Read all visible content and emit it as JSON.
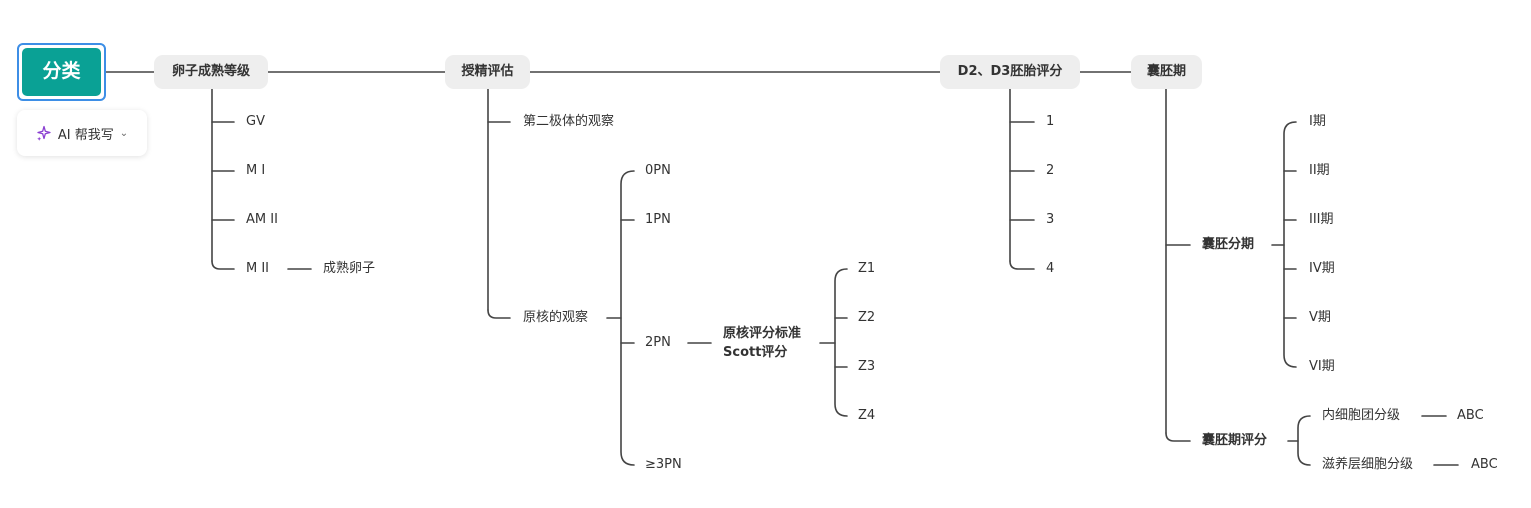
{
  "root": {
    "label": "分类"
  },
  "ai_button": {
    "label": "AI 帮我写",
    "icon": "sparkle-icon",
    "chevron": "chevron-down-icon"
  },
  "mindmap": {
    "egg_maturity": {
      "label": "卵子成熟等级",
      "children": [
        "GV",
        "M I",
        "AM II",
        "M II"
      ],
      "m2_child": "成熟卵子"
    },
    "fertilization": {
      "label": "授精评估",
      "polar_body": "第二极体的观察",
      "pronucleus": {
        "label": "原核的观察",
        "children": [
          "0PN",
          "1PN",
          "2PN",
          "≥3PN"
        ],
        "scoring": {
          "line1": "原核评分标准",
          "line2": "Scott评分",
          "grades": [
            "Z1",
            "Z2",
            "Z3",
            "Z4"
          ]
        }
      }
    },
    "embryo_score": {
      "label": "D2、D3胚胎评分",
      "children": [
        "1",
        "2",
        "3",
        "4"
      ]
    },
    "blastocyst": {
      "label": "囊胚期",
      "staging": {
        "label": "囊胚分期",
        "children": [
          "I期",
          "II期",
          "III期",
          "IV期",
          "V期",
          "VI期"
        ]
      },
      "grading": {
        "label": "囊胚期评分",
        "icm": {
          "label": "内细胞团分级",
          "value": "ABC"
        },
        "te": {
          "label": "滋养层细胞分级",
          "value": "ABC"
        }
      }
    }
  },
  "colors": {
    "accent": "#0aa195",
    "selection": "#3d8ee6",
    "node_bg": "#eeeeee",
    "line": "#444444",
    "ai_icon": "#8a3fd1"
  }
}
